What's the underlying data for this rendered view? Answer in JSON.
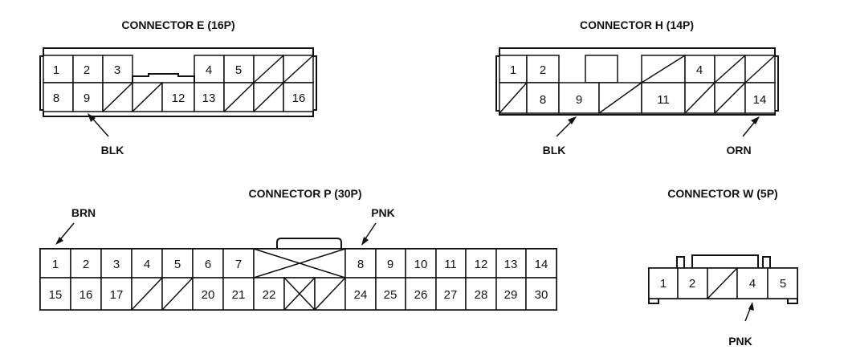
{
  "connectors": {
    "e": {
      "title": "CONNECTOR E (16P)",
      "pins": [
        "1",
        "2",
        "3",
        "4",
        "5",
        "8",
        "9",
        "12",
        "13",
        "16"
      ],
      "wire_label": "BLK"
    },
    "h": {
      "title": "CONNECTOR H (14P)",
      "pins": [
        "1",
        "2",
        "4",
        "8",
        "9",
        "11",
        "14"
      ],
      "wire_labels": [
        "BLK",
        "ORN"
      ]
    },
    "p": {
      "title": "CONNECTOR P (30P)",
      "pins": [
        "1",
        "2",
        "3",
        "4",
        "5",
        "6",
        "7",
        "8",
        "9",
        "10",
        "11",
        "12",
        "13",
        "14",
        "15",
        "16",
        "17",
        "20",
        "21",
        "22",
        "24",
        "25",
        "26",
        "27",
        "28",
        "29",
        "30"
      ],
      "wire_labels": [
        "BRN",
        "PNK"
      ]
    },
    "w": {
      "title": "CONNECTOR W (5P)",
      "pins": [
        "1",
        "2",
        "4",
        "5"
      ],
      "wire_label": "PNK"
    }
  }
}
